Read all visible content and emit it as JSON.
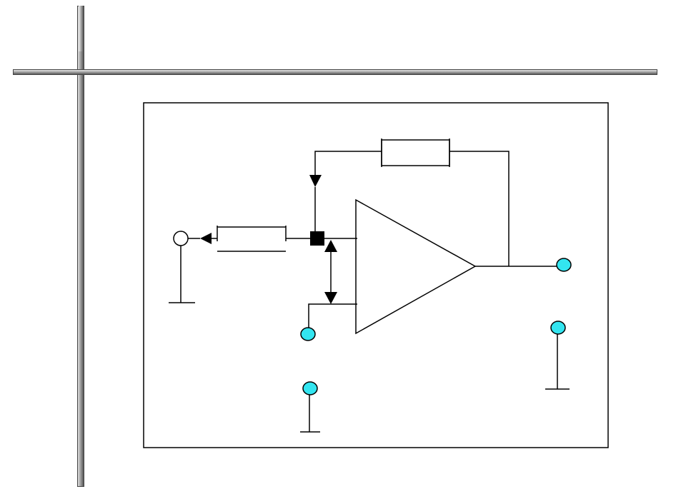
{
  "colors": {
    "terminal": "#33e5f0",
    "line": "#000000",
    "frame": "#000000"
  },
  "components": {
    "opamp": "op-amp-triangle",
    "feedback_resistor": "resistor",
    "input_resistor": "resistor"
  }
}
